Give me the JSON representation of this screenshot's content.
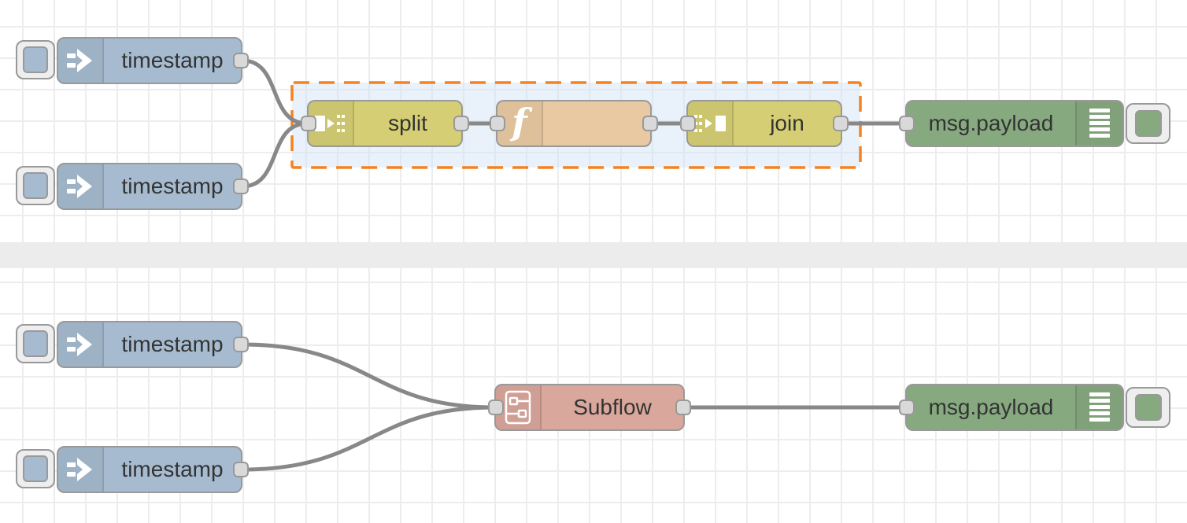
{
  "canvas": {
    "background": "#ffffff",
    "grid_line_color": "#ededed",
    "grid_size": 40,
    "divider_color": "#ececec",
    "wire_color": "#888888",
    "port_color": "#d9d9d9",
    "node_border_color": "#999999"
  },
  "selection": {
    "style": "dashed",
    "border_color": "#f6821f",
    "fill_color": "#cfe2f7",
    "contains": [
      "split",
      "function",
      "join"
    ]
  },
  "nodes": {
    "inject1": {
      "type": "inject",
      "label": "timestamp",
      "color": "#a6bbcf"
    },
    "inject2": {
      "type": "inject",
      "label": "timestamp",
      "color": "#a6bbcf"
    },
    "split": {
      "type": "split",
      "label": "split",
      "color": "#d6ce74"
    },
    "function": {
      "type": "function",
      "label": "",
      "color": "#e9c9a2"
    },
    "join": {
      "type": "join",
      "label": "join",
      "color": "#d6ce74"
    },
    "debug1": {
      "type": "debug",
      "label": "msg.payload",
      "color": "#87a980"
    },
    "inject3": {
      "type": "inject",
      "label": "timestamp",
      "color": "#a6bbcf"
    },
    "inject4": {
      "type": "inject",
      "label": "timestamp",
      "color": "#a6bbcf"
    },
    "subflow": {
      "type": "subflow",
      "label": "Subflow",
      "color": "#d9a79c"
    },
    "debug2": {
      "type": "debug",
      "label": "msg.payload",
      "color": "#87a980"
    }
  }
}
